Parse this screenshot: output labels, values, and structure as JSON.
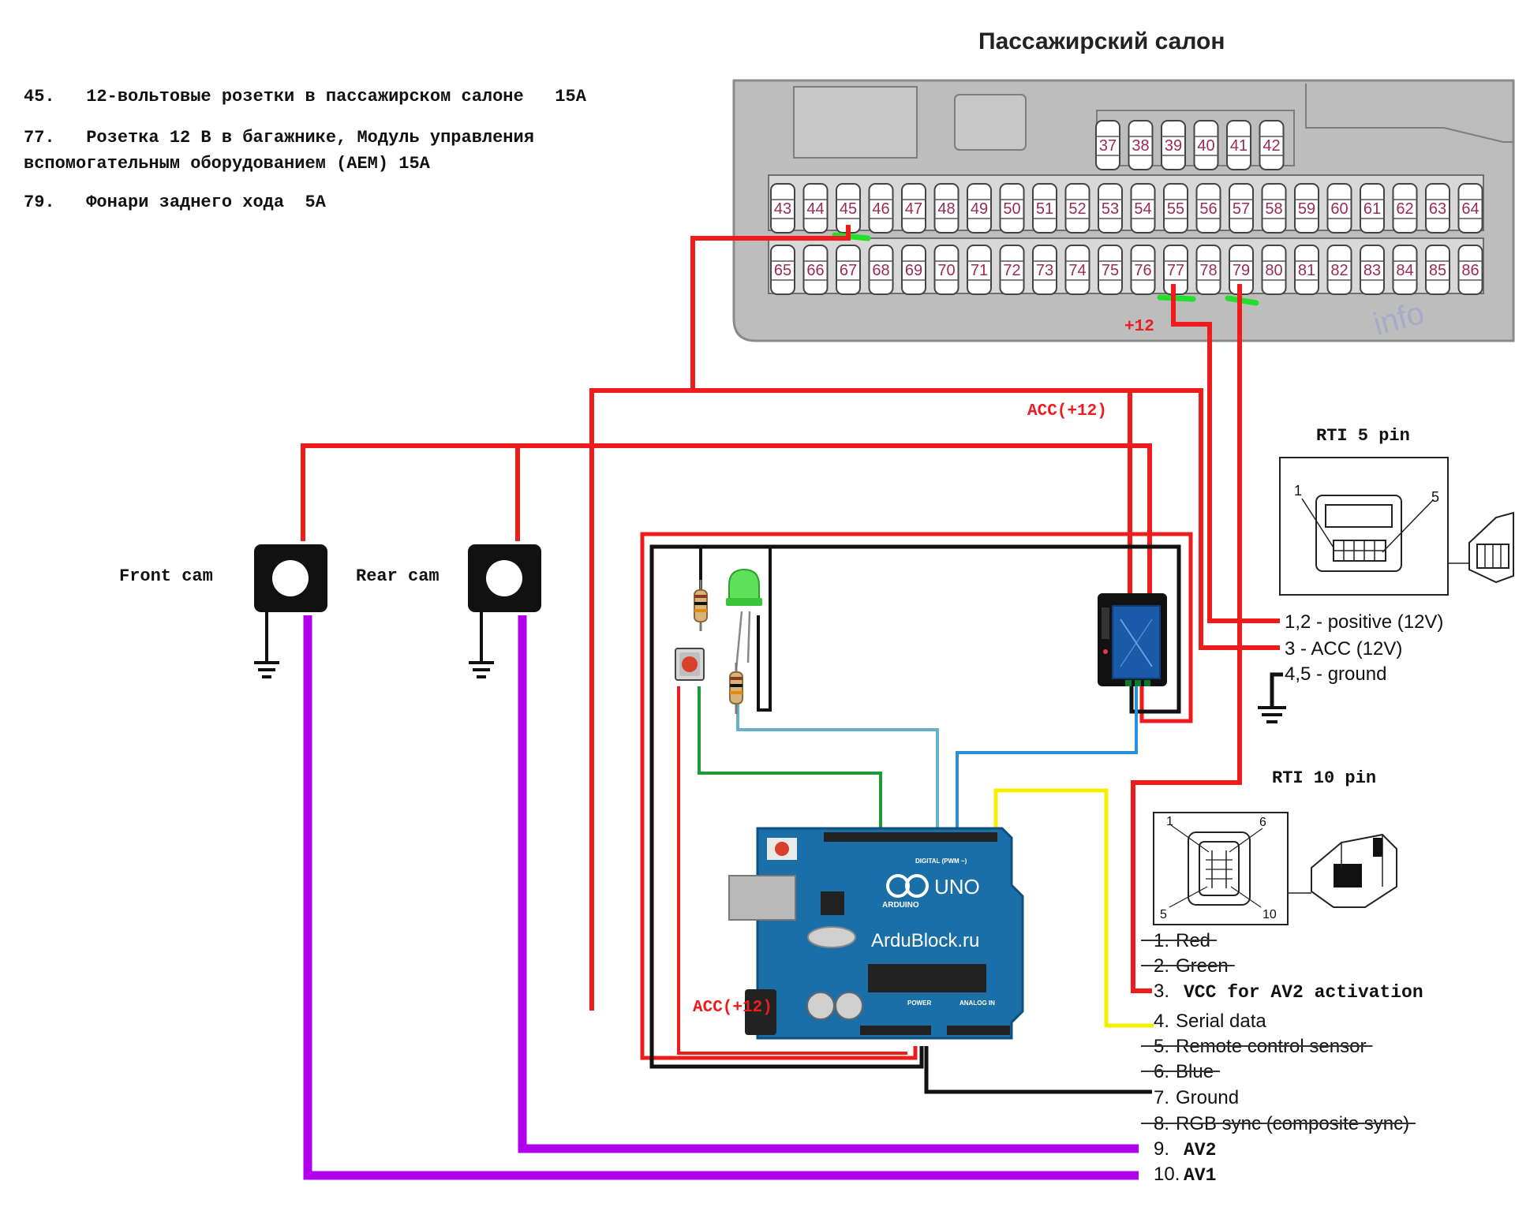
{
  "fusebox": {
    "title": "Пассажирский салон",
    "watermark": "info",
    "top_row": [
      "37",
      "38",
      "39",
      "40",
      "41",
      "42"
    ],
    "mid_row": [
      "43",
      "44",
      "45",
      "46",
      "47",
      "48",
      "49",
      "50",
      "51",
      "52",
      "53",
      "54",
      "55",
      "56",
      "57",
      "58",
      "59",
      "60",
      "61",
      "62",
      "63",
      "64"
    ],
    "bottom_row": [
      "65",
      "66",
      "67",
      "68",
      "69",
      "70",
      "71",
      "72",
      "73",
      "74",
      "75",
      "76",
      "77",
      "78",
      "79",
      "80",
      "81",
      "82",
      "83",
      "84",
      "85",
      "86"
    ]
  },
  "notes": {
    "line1": "45.   12-вольтовые розетки в пассажирском салоне   15A",
    "line2a": "77.   Розетка 12 В в багажнике, Модуль управления",
    "line2b": "вспомогательным оборудованием (AEM) 15A",
    "line3": "79.   Фонари заднего хода  5A"
  },
  "labels": {
    "plus12": "+12",
    "acc_top": "ACC(+12)",
    "acc_bottom": "ACC(+12)",
    "front_cam": "Front cam",
    "rear_cam": "Rear cam"
  },
  "rti5": {
    "title": "RTI 5 pin",
    "pin_a": "1",
    "pin_b": "5",
    "pins": [
      "1,2 - positive (12V)",
      "3 - ACC (12V)",
      "4,5 - ground"
    ]
  },
  "rti10": {
    "title": "RTI 10 pin",
    "pin_a": "1",
    "pin_b": "6",
    "pin_c": "5",
    "pin_d": "10",
    "pins": [
      {
        "num": "1.",
        "text": "Red",
        "struck": true
      },
      {
        "num": "2.",
        "text": "Green",
        "struck": true
      },
      {
        "num": "3.",
        "text": "VCC for AV2 activation",
        "struck": false
      },
      {
        "num": "4.",
        "text": "Serial data",
        "struck": false
      },
      {
        "num": "5.",
        "text": "Remote control sensor",
        "struck": true
      },
      {
        "num": "6.",
        "text": "Blue",
        "struck": true
      },
      {
        "num": "7.",
        "text": "Ground",
        "struck": false
      },
      {
        "num": "8.",
        "text": "RGB sync (composite sync)",
        "struck": true
      },
      {
        "num": "9.",
        "text": "AV2",
        "struck": false
      },
      {
        "num": "10.",
        "text": "AV1",
        "struck": false
      }
    ]
  },
  "arduino": {
    "brand": "ArduBlock.ru",
    "model": "UNO",
    "arduino_word": "ARDUINO",
    "digital_label": "DIGITAL (PWM ~)",
    "power_label": "POWER",
    "analog_label": "ANALOG IN"
  },
  "colors": {
    "power_wire": "#ee1c1c",
    "ground_wire": "#111111",
    "video_wire": "#b100ee",
    "serial_wire": "#f5ee00",
    "signal_wire_green": "#1f9a3a",
    "signal_wire_teal": "#66b2c9",
    "signal_wire_blue": "#2a8fd8",
    "fuse_highlight": "#22e02a",
    "board_blue": "#1b6fa8",
    "relay_blue": "#1a5aa8",
    "fusebox_gray": "#bdbdbd"
  }
}
